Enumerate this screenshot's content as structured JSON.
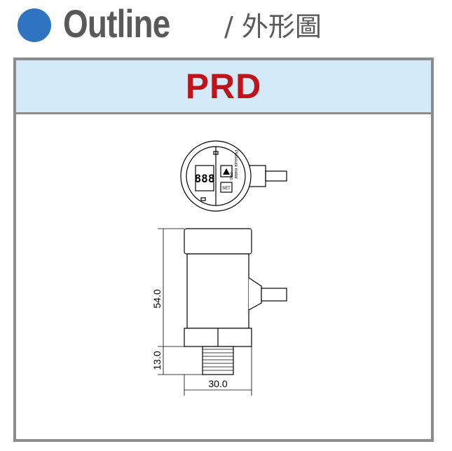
{
  "header": {
    "title": "Outline",
    "subtitle": "/ 外形圖"
  },
  "panel": {
    "title": "PRD"
  },
  "drawing": {
    "dim_height": "54.0",
    "dim_thread": "13.0",
    "dim_width": "30.0",
    "button_label": "SET",
    "device_label": "Pressure meter",
    "model_label": "PRD",
    "display_digits": "888"
  },
  "colors": {
    "bullet": "#2f74c0",
    "title_text": "#595959",
    "panel_title": "#c0141b",
    "panel_header_bg": "#d4eaf8",
    "panel_border": "#8c8c8c"
  }
}
